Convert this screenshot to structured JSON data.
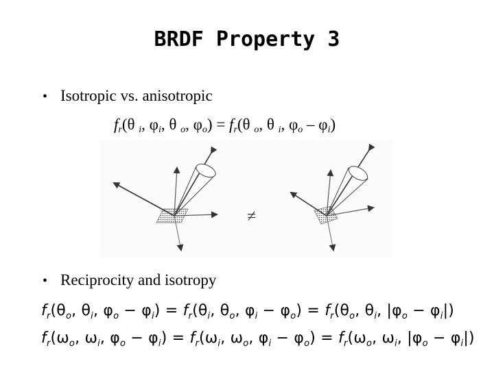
{
  "slide": {
    "title": "BRDF Property 3",
    "bullets": [
      {
        "text": "Isotropic vs. anisotropic"
      },
      {
        "text": "Reciprocity and isotropy"
      }
    ],
    "bullet_symbol": "•",
    "not_equal_symbol": "≠"
  },
  "formula_isotropy": {
    "f": "f",
    "r": "r",
    "p1": "(θ ",
    "i1": "i",
    "c1": ", φ",
    "i2": "i",
    "c2": ", θ ",
    "o1": "o",
    "c3": ", φ",
    "o2": "o",
    "eq": ") = ",
    "f2": "f",
    "r2": "r",
    "p2": "(θ ",
    "o3": "o",
    "c4": ", θ ",
    "i3": "i",
    "c5": ", φ",
    "o4": "o",
    "minus": " – φ",
    "i4": "i",
    "end": ")"
  },
  "equation_1": {
    "text_a": "f",
    "sub_a": "r",
    "text_b": "(θ",
    "sub_b": "o",
    "text_c": ", θ",
    "sub_c": "i",
    "text_d": ", φ",
    "sub_d": "o",
    "text_e": " − φ",
    "sub_e": "i",
    "text_f": ") = ",
    "text_g": "f",
    "sub_g": "r",
    "text_h": "(θ",
    "sub_h": "i",
    "text_i": ", θ",
    "sub_i": "o",
    "text_j": ", φ",
    "sub_j": "i",
    "text_k": " − φ",
    "sub_k": "o",
    "text_l": ") = ",
    "text_m": "f",
    "sub_m": "r",
    "text_n": "(θ",
    "sub_n": "o",
    "text_o": ", θ",
    "sub_o": "i",
    "text_p": ", |φ",
    "sub_p": "o",
    "text_q": " − φ",
    "sub_q": "i",
    "text_r": "|)"
  },
  "equation_2": {
    "text_a": "f",
    "sub_a": "r",
    "text_b": "(ω",
    "sub_b": "o",
    "text_c": ", ω",
    "sub_c": "i",
    "text_d": ", φ",
    "sub_d": "o",
    "text_e": " − φ",
    "sub_e": "i",
    "text_f": ") = ",
    "text_g": "f",
    "sub_g": "r",
    "text_h": "(ω",
    "sub_h": "i",
    "text_i": ", ω",
    "sub_i": "o",
    "text_j": ", φ",
    "sub_j": "i",
    "text_k": " − φ",
    "sub_k": "o",
    "text_l": ") = ",
    "text_m": "f",
    "sub_m": "r",
    "text_n": "(ω",
    "sub_n": "o",
    "text_o": ", ω",
    "sub_o": "i",
    "text_p": ", |φ",
    "sub_p": "o",
    "text_q": " − φ",
    "sub_q": "i",
    "text_r": "|)"
  }
}
